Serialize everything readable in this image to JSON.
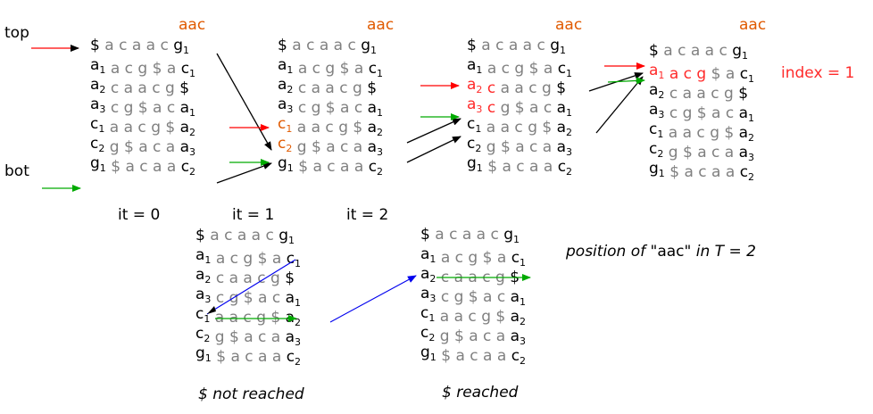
{
  "colors": {
    "pattern": "#e05a00",
    "highlight": "#ff2a2a",
    "orange_rows": "#e05a00",
    "black": "#000000",
    "gray": "#808080",
    "red_arrow": "#ff0000",
    "green_arrow": "#00aa00",
    "blue_arrow": "#0000ee"
  },
  "labels": {
    "top": "top",
    "bot": "bot",
    "it0": "it = 0",
    "it1": "it = 1",
    "it2": "it = 2",
    "index": "index = 1",
    "position_prefix": "position of ",
    "position_quoted": "\"aac\"",
    "position_suffix": " in T = 2",
    "not_reached": "$ not reached",
    "reached": "$ reached"
  },
  "pattern": "aac",
  "matrix_rows": [
    {
      "first": "$",
      "fsub": "",
      "mid": "a c a a c",
      "last": "g",
      "lsub": "1"
    },
    {
      "first": "a",
      "fsub": "1",
      "mid": "a c g $ a",
      "last": "c",
      "lsub": "1"
    },
    {
      "first": "a",
      "fsub": "2",
      "mid": "c a a c g",
      "last": "$",
      "lsub": ""
    },
    {
      "first": "a",
      "fsub": "3",
      "mid": "c g $ a c",
      "last": "a",
      "lsub": "1"
    },
    {
      "first": "c",
      "fsub": "1",
      "mid": "a a c g $",
      "last": "a",
      "lsub": "2"
    },
    {
      "first": "c",
      "fsub": "2",
      "mid": "g $ a c a",
      "last": "a",
      "lsub": "3"
    },
    {
      "first": "g",
      "fsub": "1",
      "mid": "$ a c a a",
      "last": "c",
      "lsub": "2"
    }
  ]
}
